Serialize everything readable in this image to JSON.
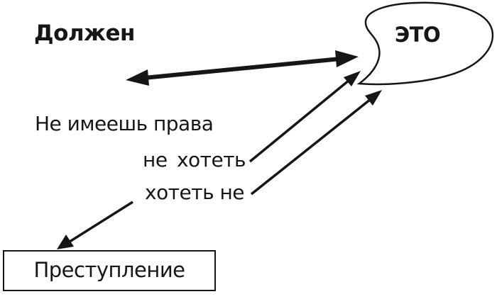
{
  "diagram": {
    "must_label": "Должен",
    "this_label": "ЭТО",
    "no_right_label": "Не имеешь права",
    "not_want_label": "не хотеть",
    "want_not_label": "хотеть не",
    "crime_label": "Преступление",
    "colors": {
      "ink": "#161616",
      "background": "#ffffff"
    }
  }
}
